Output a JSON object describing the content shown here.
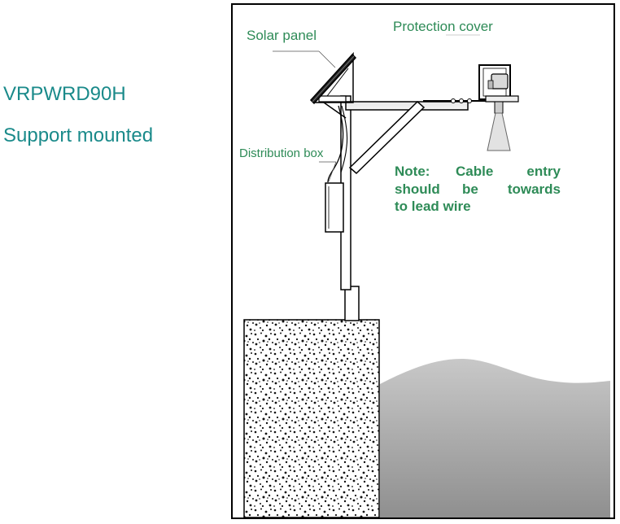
{
  "model": "VRPWRD90H",
  "mounting": "Support mounted",
  "labels": {
    "solar_panel": "Solar panel",
    "protection_cover": "Protection cover",
    "distribution_box": "Distribution box"
  },
  "note": {
    "line1_words": [
      "Note:",
      "Cable",
      "entry"
    ],
    "line2_words": [
      "should",
      "be",
      "towards"
    ],
    "line3": "to lead wire"
  },
  "colors": {
    "title": "#1a8a8a",
    "label": "#2e8b57"
  }
}
